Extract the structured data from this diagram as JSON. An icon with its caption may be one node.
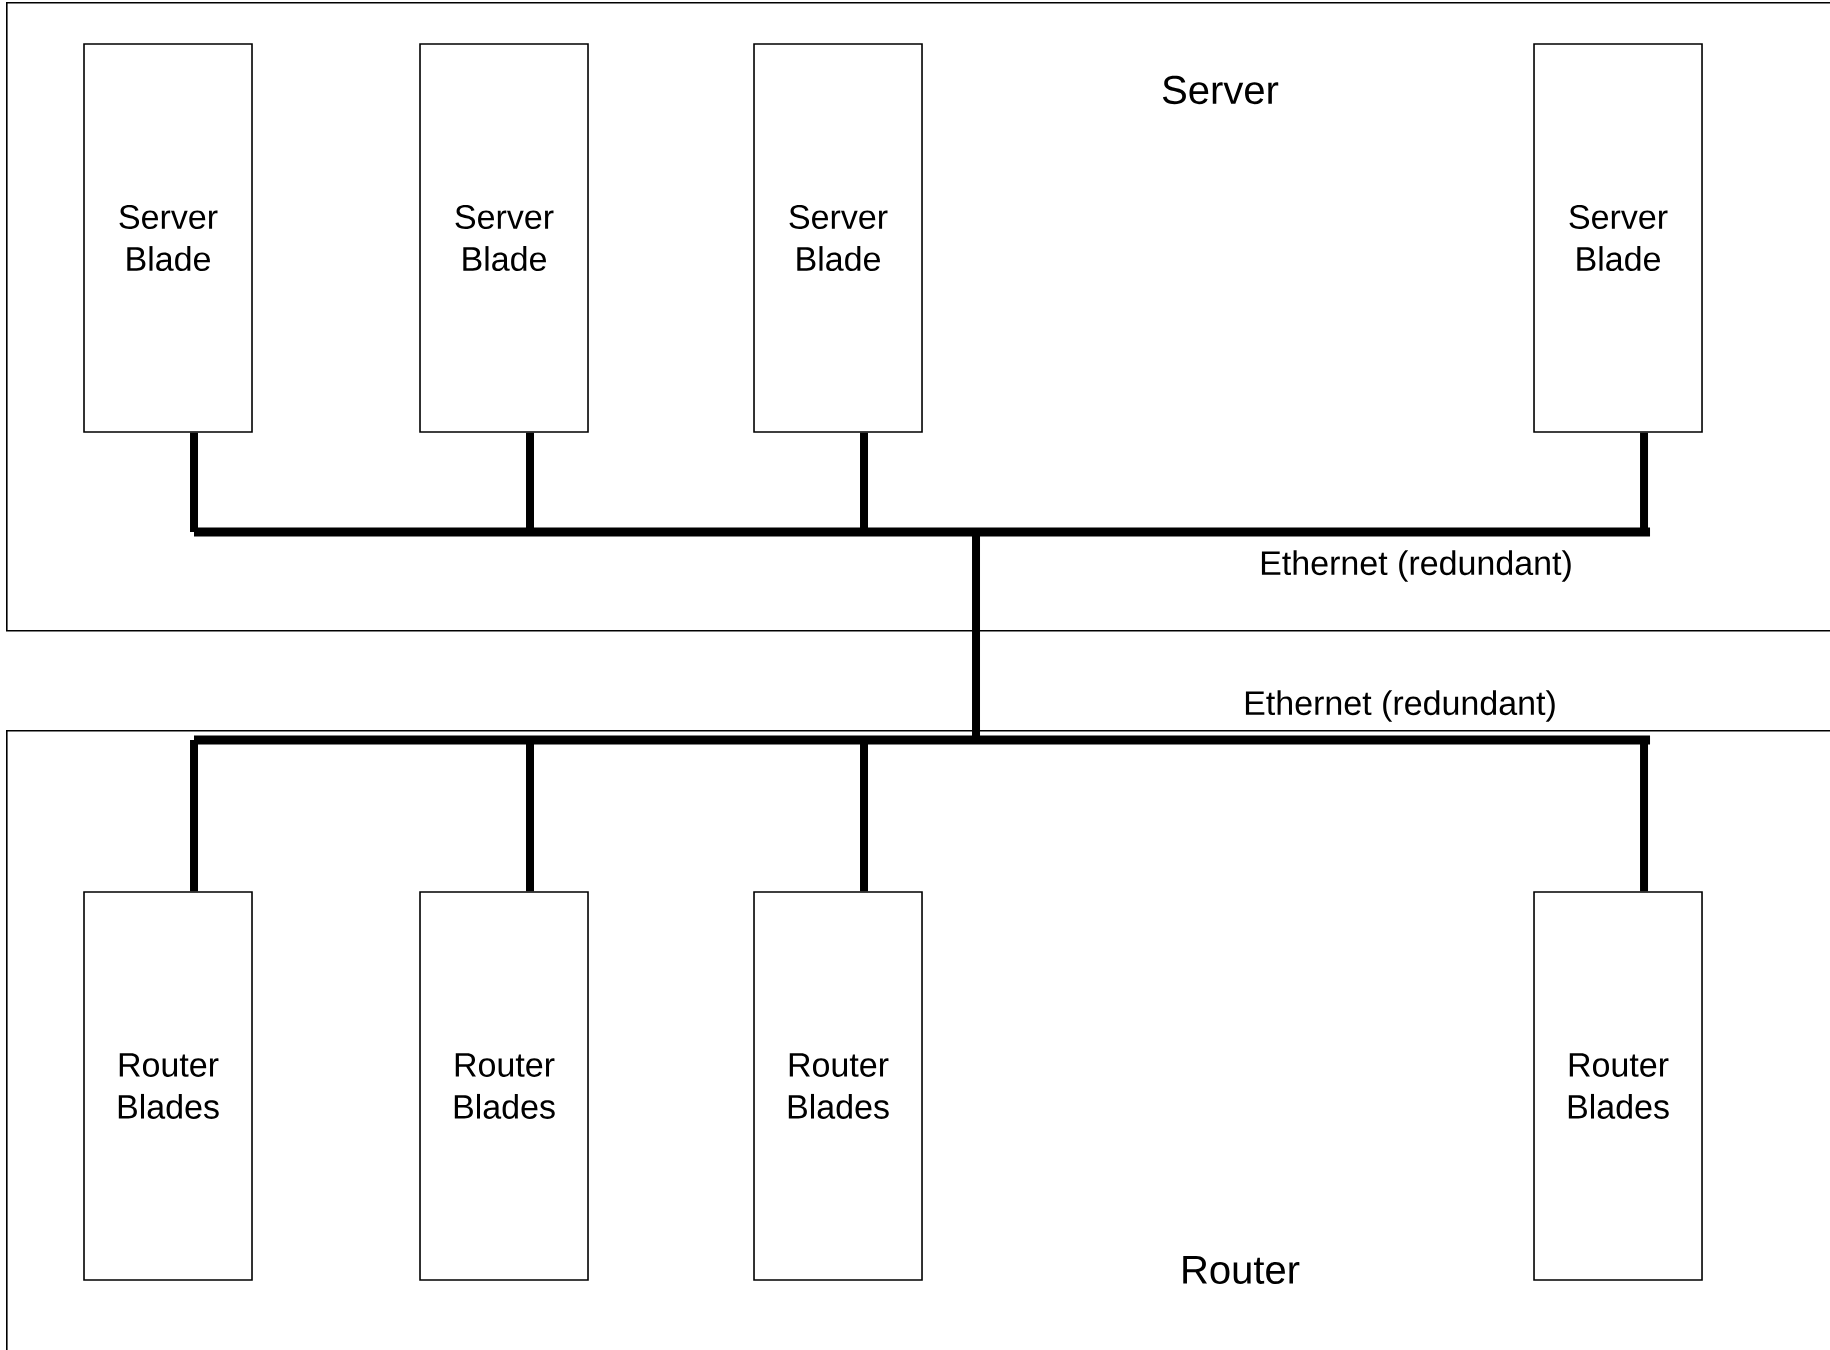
{
  "diagram": {
    "nodes": [
      {
        "text": [
          "Server"
        ]
      },
      {
        "text": [
          "Server Blade"
        ],
        "in": 0
      },
      {
        "text": [
          "Server Blade"
        ],
        "in": 0
      },
      {
        "text": [
          "Server Blade"
        ],
        "in": 0
      },
      {
        "text": [
          "Server Blade"
        ],
        "in": 0
      },
      {
        "text": [],
        "shape": "bar",
        "in": 0,
        "beside": [
          "Ethernet (redundant)"
        ]
      },
      {
        "text": [
          "Router"
        ]
      },
      {
        "text": [],
        "shape": "bar",
        "in": 6,
        "beside": [
          "Ethernet (redundant)"
        ]
      },
      {
        "text": [
          "Router Blades"
        ],
        "in": 6
      },
      {
        "text": [
          "Router Blades"
        ],
        "in": 6
      },
      {
        "text": [
          "Router Blades"
        ],
        "in": 6
      },
      {
        "text": [
          "Router Blades"
        ],
        "in": 6
      }
    ],
    "edges": [
      {
        "from": 1,
        "to": 5,
        "arrow": "none"
      },
      {
        "from": 2,
        "to": 5,
        "arrow": "none"
      },
      {
        "from": 3,
        "to": 5,
        "arrow": "none"
      },
      {
        "from": 4,
        "to": 5,
        "arrow": "none"
      },
      {
        "from": 5,
        "to": 7,
        "arrow": "none"
      },
      {
        "from": 7,
        "to": 8,
        "arrow": "none"
      },
      {
        "from": 7,
        "to": 9,
        "arrow": "none"
      },
      {
        "from": 7,
        "to": 10,
        "arrow": "none"
      },
      {
        "from": 7,
        "to": 11,
        "arrow": "none"
      }
    ]
  }
}
